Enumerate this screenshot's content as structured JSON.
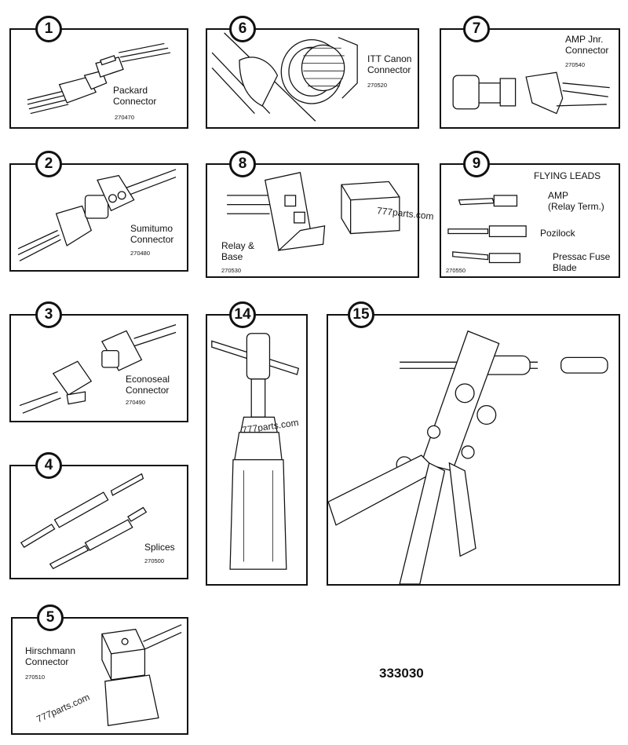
{
  "panels": {
    "p1": {
      "num": "1",
      "name": "Packard\nConnector",
      "code": "270470"
    },
    "p6": {
      "num": "6",
      "name": "ITT Canon\nConnector",
      "code": "270520"
    },
    "p7": {
      "num": "7",
      "name": "AMP Jnr.\nConnector",
      "code": "270540"
    },
    "p2": {
      "num": "2",
      "name": "Sumitumo\nConnector",
      "code": "270480"
    },
    "p8": {
      "num": "8",
      "name": "Relay &\nBase",
      "code": "270530"
    },
    "p9": {
      "num": "9",
      "title": "FLYING LEADS",
      "amp": "AMP\n(Relay Term.)",
      "pozilock": "Pozilock",
      "pressac": "Pressac Fuse\nBlade",
      "code": "270550"
    },
    "p3": {
      "num": "3",
      "name": "Econoseal\nConnector",
      "code": "270490"
    },
    "p14": {
      "num": "14"
    },
    "p15": {
      "num": "15"
    },
    "p4": {
      "num": "4",
      "name": "Splices",
      "code": "270500"
    },
    "p5": {
      "num": "5",
      "name": "Hirschmann\nConnector",
      "code": "270510"
    }
  },
  "watermarks": [
    "777parts.com",
    "777parts.com",
    "777parts.com"
  ],
  "part_number": "333030"
}
